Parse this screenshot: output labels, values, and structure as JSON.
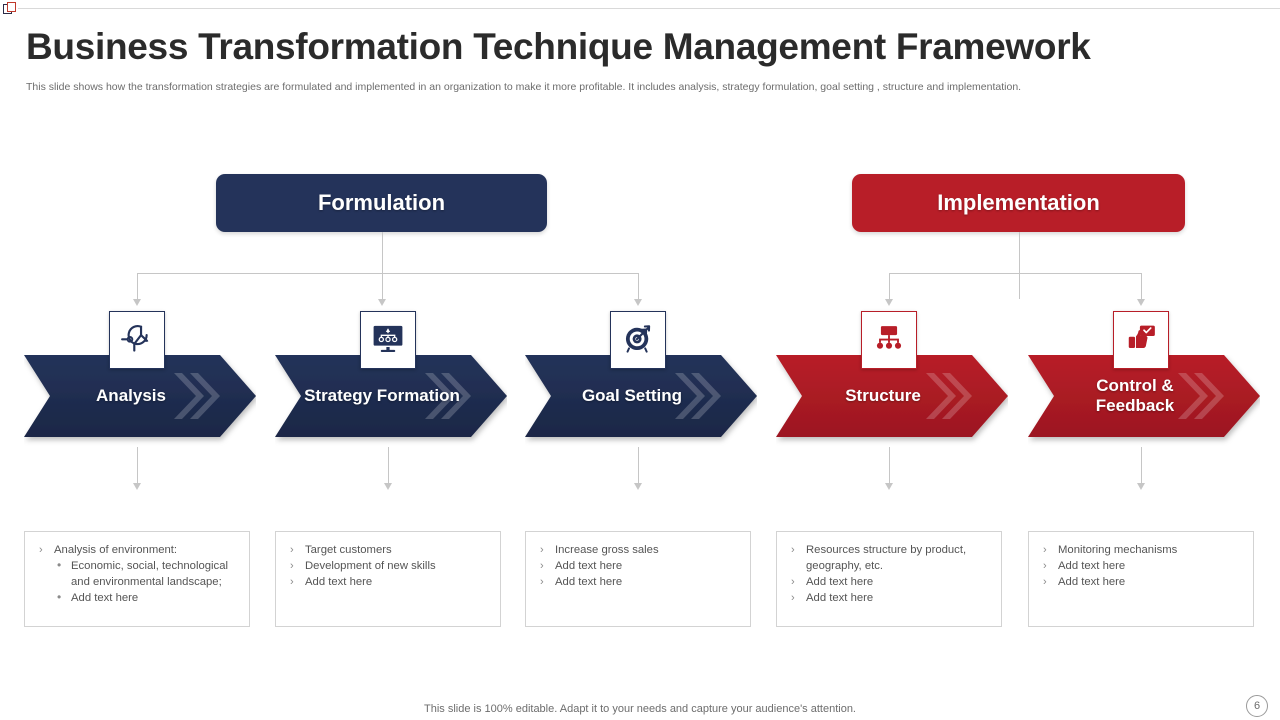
{
  "slide": {
    "title": "Business Transformation Technique Management Framework",
    "subtitle": "This slide shows how the transformation strategies are formulated and implemented in an organization to make it more profitable. It includes analysis, strategy formulation, goal setting , structure and implementation.",
    "footer_note": "This slide is 100% editable. Adapt it to your needs and capture your audience's attention.",
    "page_number": "6"
  },
  "colors": {
    "navy": "#24335a",
    "navy_dark": "#1b2746",
    "red": "#b81e28",
    "red_dark": "#9c1720",
    "connector": "#c6c6c6",
    "text_grey": "#555555",
    "title": "#2b2b2b"
  },
  "groups": [
    {
      "id": "formulation",
      "label": "Formulation",
      "color": "navy"
    },
    {
      "id": "implementation",
      "label": "Implementation",
      "color": "red"
    }
  ],
  "stages": [
    {
      "id": "analysis",
      "label": "Analysis",
      "color": "navy",
      "icon": "magnifier-gauge-icon",
      "notes": [
        {
          "level": 0,
          "bullet": "›",
          "text": "Analysis of environment:"
        },
        {
          "level": 1,
          "bullet": "•",
          "text": "Economic, social, technological and environmental landscape;"
        },
        {
          "level": 1,
          "bullet": "•",
          "text": "Add text here"
        }
      ]
    },
    {
      "id": "strategy-formation",
      "label": "Strategy Formation",
      "color": "navy",
      "icon": "monitor-orgchart-icon",
      "notes": [
        {
          "level": 0,
          "bullet": "›",
          "text": "Target customers"
        },
        {
          "level": 0,
          "bullet": "›",
          "text": "Development  of new skills"
        },
        {
          "level": 0,
          "bullet": "›",
          "text": "Add text here"
        }
      ]
    },
    {
      "id": "goal-setting",
      "label": "Goal Setting",
      "color": "navy",
      "icon": "target-dart-icon",
      "notes": [
        {
          "level": 0,
          "bullet": "›",
          "text": "Increase  gross  sales"
        },
        {
          "level": 0,
          "bullet": "›",
          "text": "Add text here"
        },
        {
          "level": 0,
          "bullet": "›",
          "text": "Add text here"
        }
      ]
    },
    {
      "id": "structure",
      "label": "Structure",
      "color": "red",
      "icon": "hierarchy-structure-icon",
      "notes": [
        {
          "level": 0,
          "bullet": "›",
          "text": "Resources  structure by product, geography,  etc."
        },
        {
          "level": 0,
          "bullet": "›",
          "text": "Add text here"
        },
        {
          "level": 0,
          "bullet": "›",
          "text": "Add text here"
        }
      ]
    },
    {
      "id": "control-feedback",
      "label": "Control &\nFeedback",
      "color": "red",
      "icon": "thumbs-up-check-icon",
      "notes": [
        {
          "level": 0,
          "bullet": "›",
          "text": "Monitoring  mechanisms"
        },
        {
          "level": 0,
          "bullet": "›",
          "text": "Add text here"
        },
        {
          "level": 0,
          "bullet": "›",
          "text": "Add text here"
        }
      ]
    }
  ]
}
